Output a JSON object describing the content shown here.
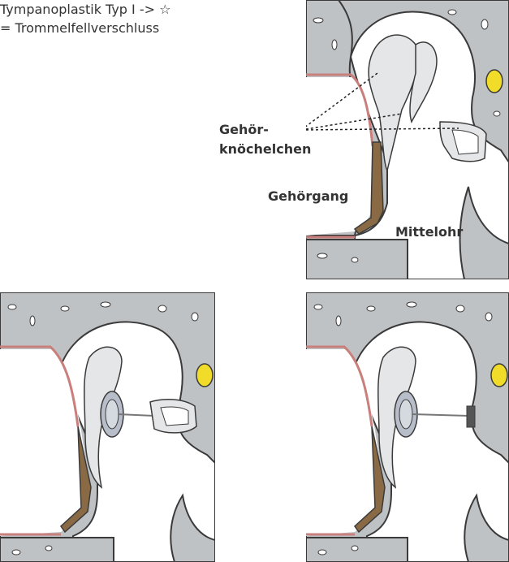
{
  "caption": {
    "line1": "Tympanoplastik Typ I -> ☆",
    "line2": "= Trommelfellverschluss"
  },
  "labels": {
    "ossicles": "Gehör-\nknöchelchen",
    "ossicles_line1": "Gehör-",
    "ossicles_line2": "knöchelchen",
    "ear_canal": "Gehörgang",
    "middle_ear": "Mittelohr"
  },
  "colors": {
    "bone": "#bfc2c5",
    "bone_dark": "#9ea2a6",
    "skin": "#c9807d",
    "canal": "#8a6a45",
    "yellow": "#f2dc2a",
    "ossicle": "#e4e6e8",
    "outline": "#3a3a3a"
  }
}
